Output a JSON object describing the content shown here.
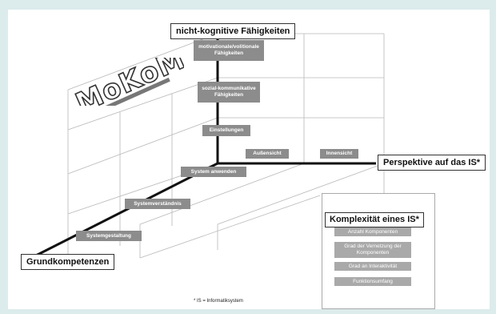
{
  "axes": {
    "vertical_label": "nicht-kognitive Fähigkeiten",
    "horizontal_label": "Perspektive auf das IS*",
    "depth_label": "Grundkompetenzen"
  },
  "logo_text": "MoKoM",
  "vertical_items": [
    "motivationale/volitionale Fähigkeiten",
    "sozial-kommunikative Fähigkeiten",
    "Einstellungen"
  ],
  "horizontal_items": [
    "Außensicht",
    "Innensicht"
  ],
  "depth_items": [
    "System anwenden",
    "Systemverständnis",
    "Systemgestaltung"
  ],
  "complexity": {
    "title": "Komplexität eines IS*",
    "items": [
      "Anzahl Komponenten",
      "Grad der Vernetzung der Komponenten",
      "Grad an Interaktivität",
      "Funktionsumfang"
    ]
  },
  "footnote": "* IS = Informatiksystem"
}
